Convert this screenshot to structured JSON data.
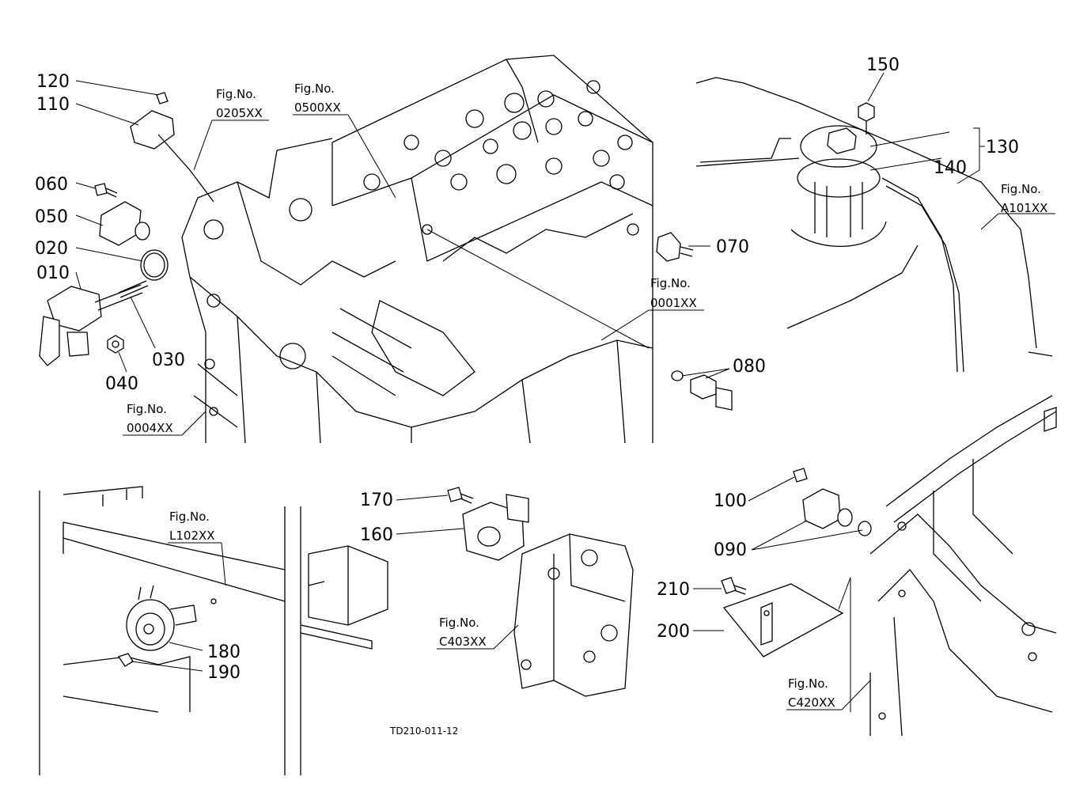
{
  "callouts": {
    "c010": "010",
    "c020": "020",
    "c030": "030",
    "c040": "040",
    "c050": "050",
    "c060": "060",
    "c070": "070",
    "c080": "080",
    "c090": "090",
    "c100": "100",
    "c110": "110",
    "c120": "120",
    "c130": "130",
    "c140": "140",
    "c150": "150",
    "c160": "160",
    "c170": "170",
    "c180": "180",
    "c190": "190",
    "c200": "200",
    "c210": "210"
  },
  "figure_refs": {
    "fig_label": "Fig.No.",
    "r0205": "0205XX",
    "r0500": "0500XX",
    "r0001": "0001XX",
    "r0004": "0004XX",
    "rA101": "A101XX",
    "rL102": "L102XX",
    "rC403": "C403XX",
    "rC420": "C420XX"
  },
  "drawing_code": "TD210-011-12"
}
